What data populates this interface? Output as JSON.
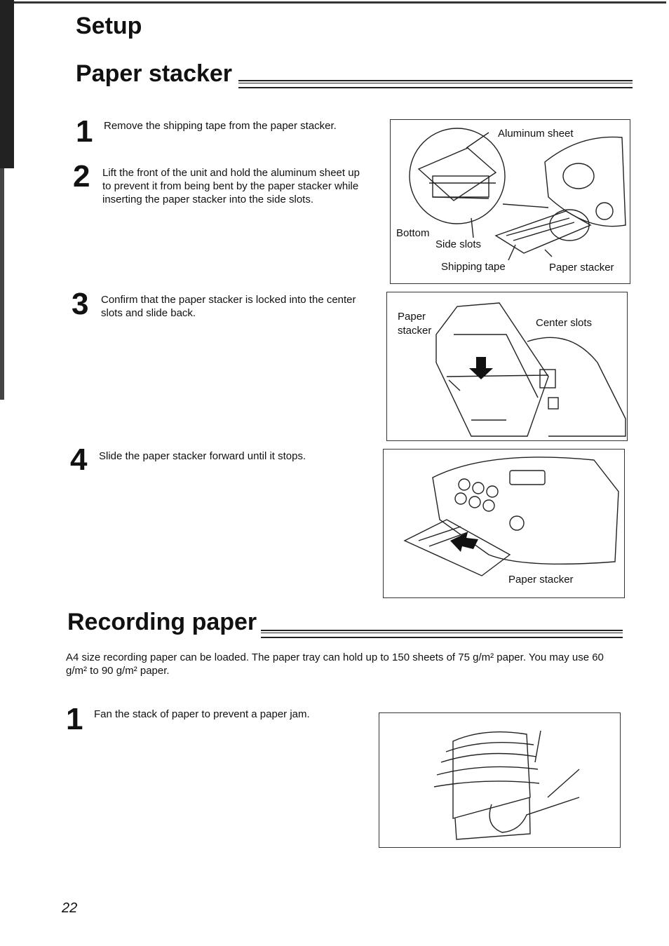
{
  "header": {
    "section": "Setup"
  },
  "paper_stacker": {
    "title": "Paper stacker",
    "steps": [
      {
        "num": "1",
        "text": "Remove the shipping tape from the paper stacker."
      },
      {
        "num": "2",
        "text": "Lift the front of the unit and hold the aluminum sheet up to prevent it from being bent by the paper stacker while inserting the paper stacker into the side slots."
      },
      {
        "num": "3",
        "text": "Confirm that the paper stacker is locked into the center slots and slide back."
      },
      {
        "num": "4",
        "text": "Slide the paper stacker forward until it stops."
      }
    ],
    "fig1_labels": {
      "aluminum_sheet": "Aluminum sheet",
      "bottom": "Bottom",
      "side_slots": "Side slots",
      "shipping_tape": "Shipping tape",
      "paper_stacker": "Paper stacker"
    },
    "fig2_labels": {
      "paper_stacker": "Paper stacker",
      "center_slots": "Center slots"
    },
    "fig3_labels": {
      "paper_stacker": "Paper stacker"
    }
  },
  "recording_paper": {
    "title": "Recording paper",
    "intro": "A4 size recording paper can be loaded. The paper tray can hold up to 150 sheets of 75 g/m² paper. You may use 60 g/m² to 90 g/m² paper.",
    "steps": [
      {
        "num": "1",
        "text": "Fan the stack of paper to prevent a paper jam."
      }
    ]
  },
  "footer": {
    "page_number": "22"
  }
}
